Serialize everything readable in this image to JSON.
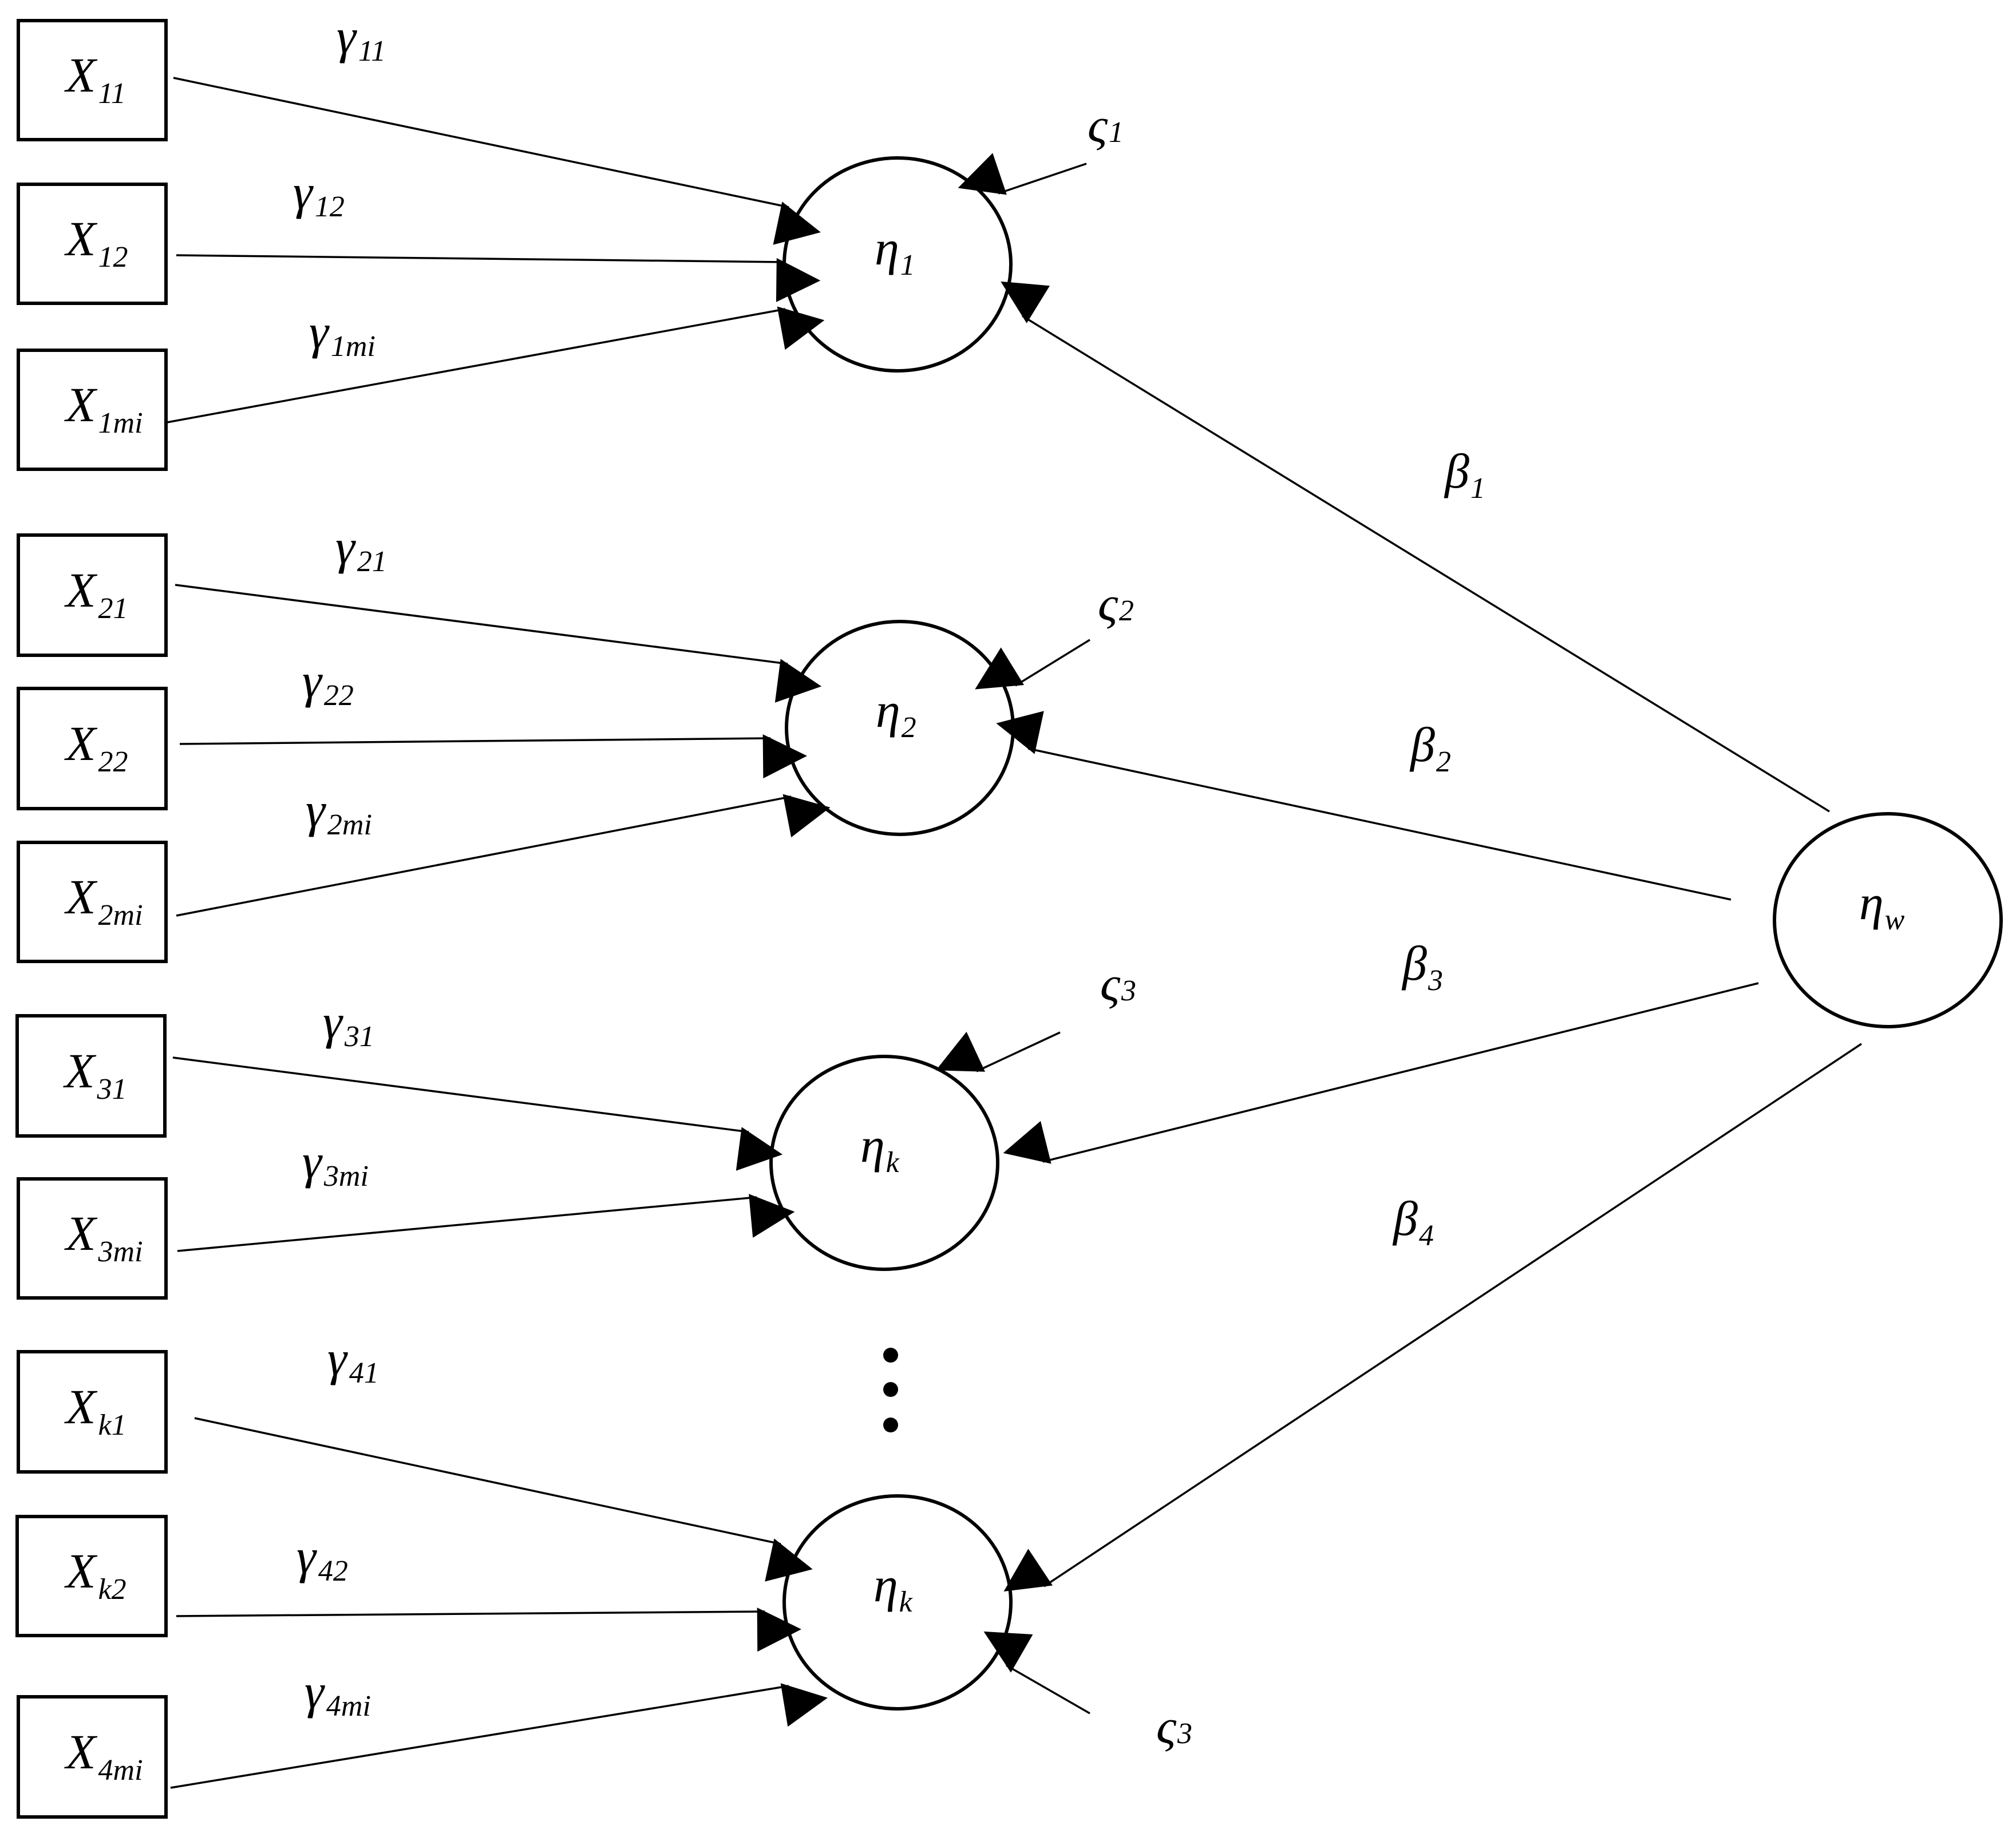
{
  "diagram": {
    "colors": {
      "stroke": "#000000",
      "background": "#ffffff"
    },
    "indicators": [
      {
        "id": "x11",
        "symbol": "X",
        "subscript": "11"
      },
      {
        "id": "x12",
        "symbol": "X",
        "subscript": "12"
      },
      {
        "id": "x1mi",
        "symbol": "X",
        "subscript": "1mi"
      },
      {
        "id": "x21",
        "symbol": "X",
        "subscript": "21"
      },
      {
        "id": "x22",
        "symbol": "X",
        "subscript": "22"
      },
      {
        "id": "x2mi",
        "symbol": "X",
        "subscript": "2mi"
      },
      {
        "id": "x31",
        "symbol": "X",
        "subscript": "31"
      },
      {
        "id": "x3mi",
        "symbol": "X",
        "subscript": "3mi"
      },
      {
        "id": "xk1",
        "symbol": "X",
        "subscript": "k1"
      },
      {
        "id": "xk2",
        "symbol": "X",
        "subscript": "k2"
      },
      {
        "id": "x4mi",
        "symbol": "X",
        "subscript": "4mi"
      }
    ],
    "latents": [
      {
        "id": "eta1",
        "symbol": "η",
        "subscript": "1"
      },
      {
        "id": "eta2",
        "symbol": "η",
        "subscript": "2"
      },
      {
        "id": "etak1",
        "symbol": "η",
        "subscript": "k"
      },
      {
        "id": "etak2",
        "symbol": "η",
        "subscript": "k"
      },
      {
        "id": "etaw",
        "symbol": "η",
        "subscript": "w"
      }
    ],
    "gamma_paths": [
      {
        "from": "x11",
        "to": "eta1",
        "symbol": "γ",
        "subscript": "11"
      },
      {
        "from": "x12",
        "to": "eta1",
        "symbol": "γ",
        "subscript": "12"
      },
      {
        "from": "x1mi",
        "to": "eta1",
        "symbol": "γ",
        "subscript": "1mi"
      },
      {
        "from": "x21",
        "to": "eta2",
        "symbol": "γ",
        "subscript": "21"
      },
      {
        "from": "x22",
        "to": "eta2",
        "symbol": "γ",
        "subscript": "22"
      },
      {
        "from": "x2mi",
        "to": "eta2",
        "symbol": "γ",
        "subscript": "2mi"
      },
      {
        "from": "x31",
        "to": "etak1",
        "symbol": "γ",
        "subscript": "31"
      },
      {
        "from": "x3mi",
        "to": "etak1",
        "symbol": "γ",
        "subscript": "3mi"
      },
      {
        "from": "xk1",
        "to": "etak2",
        "symbol": "γ",
        "subscript": "41"
      },
      {
        "from": "xk2",
        "to": "etak2",
        "symbol": "γ",
        "subscript": "42"
      },
      {
        "from": "x4mi",
        "to": "etak2",
        "symbol": "γ",
        "subscript": "4mi"
      }
    ],
    "beta_paths": [
      {
        "from": "etaw",
        "to": "eta1",
        "symbol": "β",
        "subscript": "1"
      },
      {
        "from": "etaw",
        "to": "eta2",
        "symbol": "β",
        "subscript": "2"
      },
      {
        "from": "etaw",
        "to": "etak1",
        "symbol": "β",
        "subscript": "3"
      },
      {
        "from": "etaw",
        "to": "etak2",
        "symbol": "β",
        "subscript": "4"
      }
    ],
    "disturbances": [
      {
        "to": "eta1",
        "symbol": "ς",
        "subscript": "1"
      },
      {
        "to": "eta2",
        "symbol": "ς",
        "subscript": "2"
      },
      {
        "to": "etak1",
        "symbol": "ς",
        "subscript": "3"
      },
      {
        "to": "etak2",
        "symbol": "ς",
        "subscript": "3"
      }
    ]
  }
}
